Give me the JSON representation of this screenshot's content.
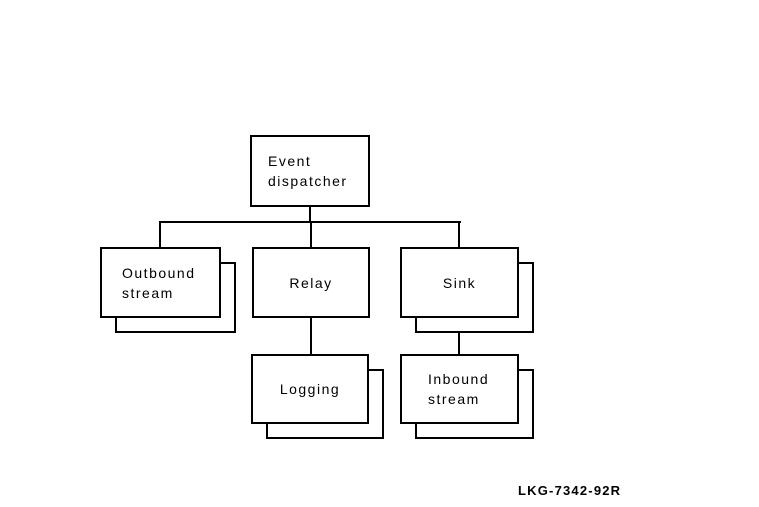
{
  "diagram": {
    "background_color": "#ffffff",
    "line_color": "#000000",
    "box_fill_color": "#ffffff",
    "nodes": {
      "event_dispatcher": {
        "label": "Event\ndispatcher",
        "stacked": false
      },
      "outbound_stream": {
        "label": "Outbound\nstream",
        "stacked": true
      },
      "relay": {
        "label": "Relay",
        "stacked": false
      },
      "sink": {
        "label": "Sink",
        "stacked": true
      },
      "logging": {
        "label": "Logging",
        "stacked": true
      },
      "inbound_stream": {
        "label": "Inbound\nstream",
        "stacked": true
      }
    },
    "edges": [
      {
        "from": "event_dispatcher",
        "to": "outbound_stream"
      },
      {
        "from": "event_dispatcher",
        "to": "relay"
      },
      {
        "from": "event_dispatcher",
        "to": "sink"
      },
      {
        "from": "relay",
        "to": "logging"
      },
      {
        "from": "sink",
        "to": "inbound_stream"
      }
    ],
    "caption": "LKG-7342-92R"
  }
}
